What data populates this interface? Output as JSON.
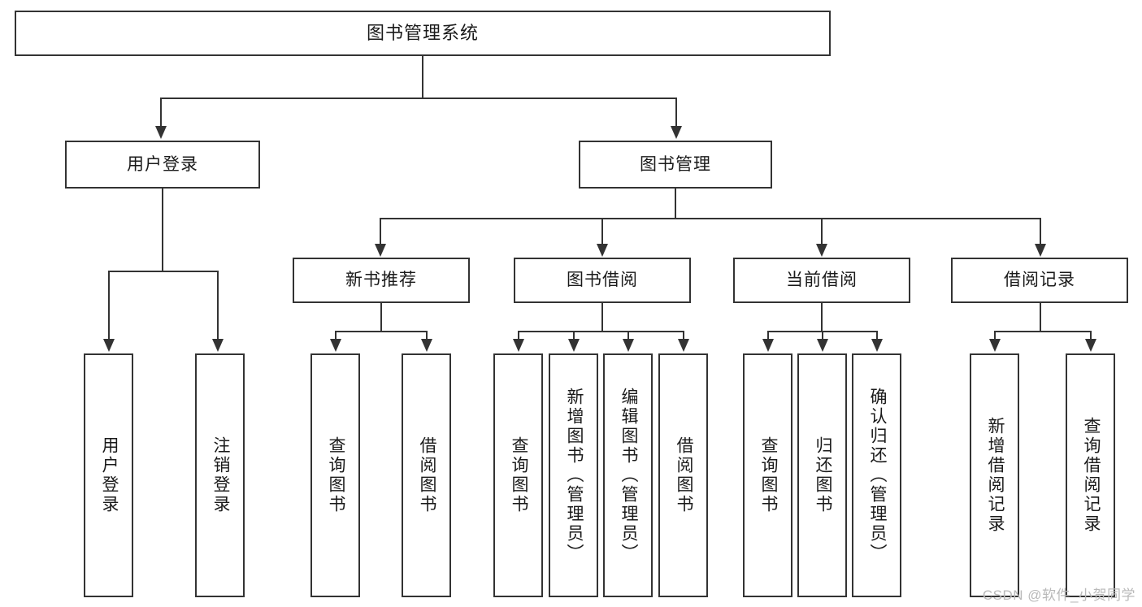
{
  "diagram": {
    "title": "图书管理系统",
    "watermark": "CSDN @软件_小贺同学",
    "root": {
      "label": "图书管理系统"
    },
    "level2": {
      "user_login": {
        "label": "用户登录"
      },
      "book_manage": {
        "label": "图书管理"
      }
    },
    "level3": {
      "new_book_recommend": {
        "label": "新书推荐"
      },
      "book_borrow": {
        "label": "图书借阅"
      },
      "current_borrow": {
        "label": "当前借阅"
      },
      "borrow_record": {
        "label": "借阅记录"
      }
    },
    "leaves": {
      "user_login": [
        {
          "label": "用户登录"
        },
        {
          "label": "注销登录"
        }
      ],
      "new_book_recommend": [
        {
          "label": "查询图书"
        },
        {
          "label": "借阅图书"
        }
      ],
      "book_borrow": [
        {
          "label": "查询图书"
        },
        {
          "label": "新增图书（管理员）"
        },
        {
          "label": "编辑图书（管理员）"
        },
        {
          "label": "借阅图书"
        }
      ],
      "current_borrow": [
        {
          "label": "查询图书"
        },
        {
          "label": "归还图书"
        },
        {
          "label": "确认归还（管理员）"
        }
      ],
      "borrow_record": [
        {
          "label": "新增借阅记录"
        },
        {
          "label": "查询借阅记录"
        }
      ]
    },
    "colors": {
      "stroke": "#333333",
      "fill": "#ffffff",
      "text": "#1a1a1a",
      "watermark": "#b9b9b9"
    }
  }
}
